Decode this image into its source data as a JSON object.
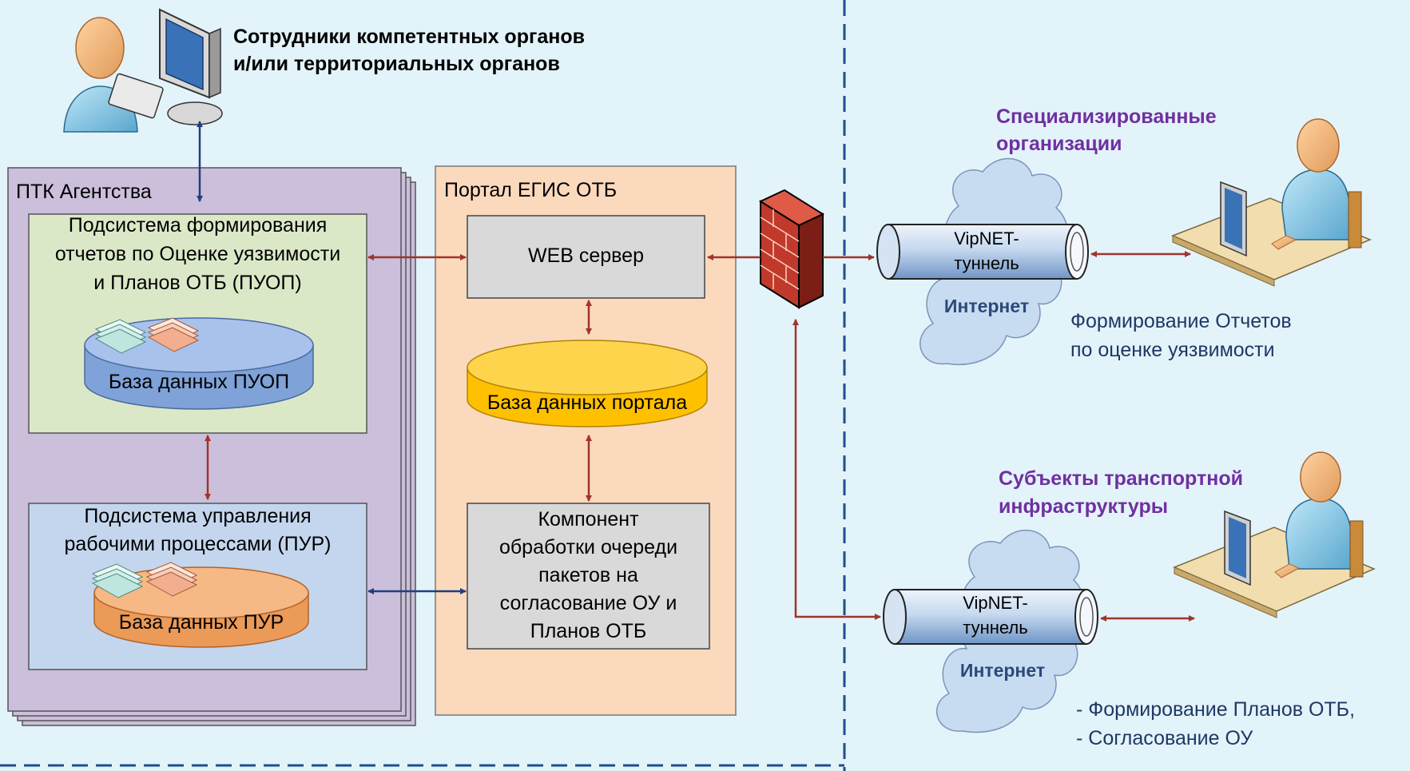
{
  "header": {
    "staff_line1": "Сотрудники компетентных органов",
    "staff_line2": "и/или территориальных органов"
  },
  "ptk": {
    "title": "ПТК Агентства",
    "puop_line1": "Подсистема формирования",
    "puop_line2": "отчетов по Оценке уязвимости",
    "puop_line3": "и Планов ОТБ (ПУОП)",
    "puop_db": "База данных ПУОП",
    "pur_line1": "Подсистема управления",
    "pur_line2": "рабочими процессами (ПУР)",
    "pur_db": "База данных ПУР"
  },
  "portal": {
    "title": "Портал ЕГИС ОТБ",
    "web": "WEB сервер",
    "db": "База данных портала",
    "comp_line1": "Компонент",
    "comp_line2": "обработки очереди",
    "comp_line3": "пакетов на",
    "comp_line4": "согласование ОУ и",
    "comp_line5": "Планов ОТБ"
  },
  "specialized": {
    "title_line1": "Специализированные",
    "title_line2": "организации",
    "tunnel_line1": "VipNET-",
    "tunnel_line2": "туннель",
    "internet": "Интернет",
    "desc_line1": "Формирование Отчетов",
    "desc_line2": "по оценке уязвимости"
  },
  "subjects": {
    "title_line1": "Субъекты транспортной",
    "title_line2": "инфраструктуры",
    "tunnel_line1": "VipNET-",
    "tunnel_line2": "туннель",
    "internet": "Интернет",
    "desc_line1": "- Формирование Планов ОТБ,",
    "desc_line2": "- Согласование ОУ"
  },
  "colors": {
    "background": "#e3f3fa",
    "ptk_fill": "#cbbfdc",
    "puop_fill": "#dbe8c8",
    "pur_fill": "#c4d6ee",
    "portal_fill": "#fbd9bd",
    "gray_box": "#d9d9d9",
    "db_blue": "#8eaee0",
    "db_orange": "#f0a060",
    "db_yellow": "#ffc000",
    "arrow_red": "#a0342a",
    "arrow_blue": "#1f3f7f",
    "heading_purple": "#7030a0",
    "divider": "#1f4e8f"
  },
  "icons": [
    "user-workstation-icon",
    "firewall-icon",
    "cloud-icon",
    "document-stack-icon"
  ]
}
